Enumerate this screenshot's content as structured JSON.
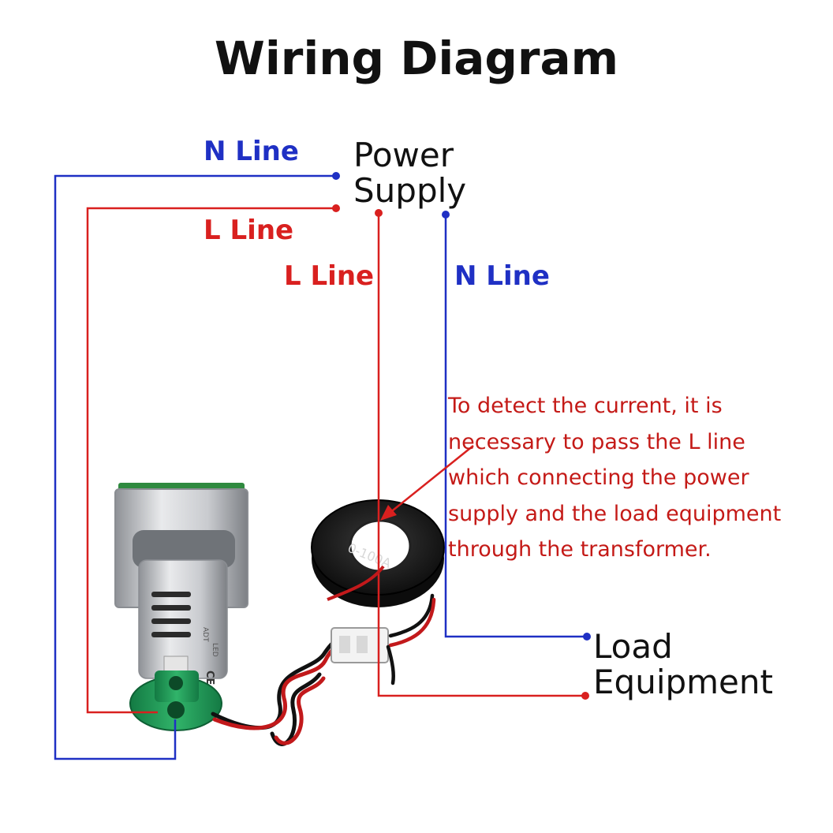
{
  "title": "Wiring Diagram",
  "power_supply": {
    "line1": "Power",
    "line2": "Supply"
  },
  "load_equipment": {
    "line1": "Load",
    "line2": "Equipment"
  },
  "labels": {
    "n_line_top": "N Line",
    "l_line_top": "L Line",
    "l_line_mid": "L Line",
    "n_line_mid": "N Line"
  },
  "note": [
    "To detect the current, it is",
    "necessary to pass the L line",
    "which connecting the power",
    "supply and the load equipment",
    "through the transformer."
  ],
  "transformer_marking": "0-100A",
  "device_markings": [
    "ADT",
    "LED",
    "CE"
  ],
  "colors": {
    "l_line": "#d9201f",
    "n_line": "#1f30c4",
    "note_text": "#c41a17",
    "terminal_base": "#1f9a57"
  }
}
